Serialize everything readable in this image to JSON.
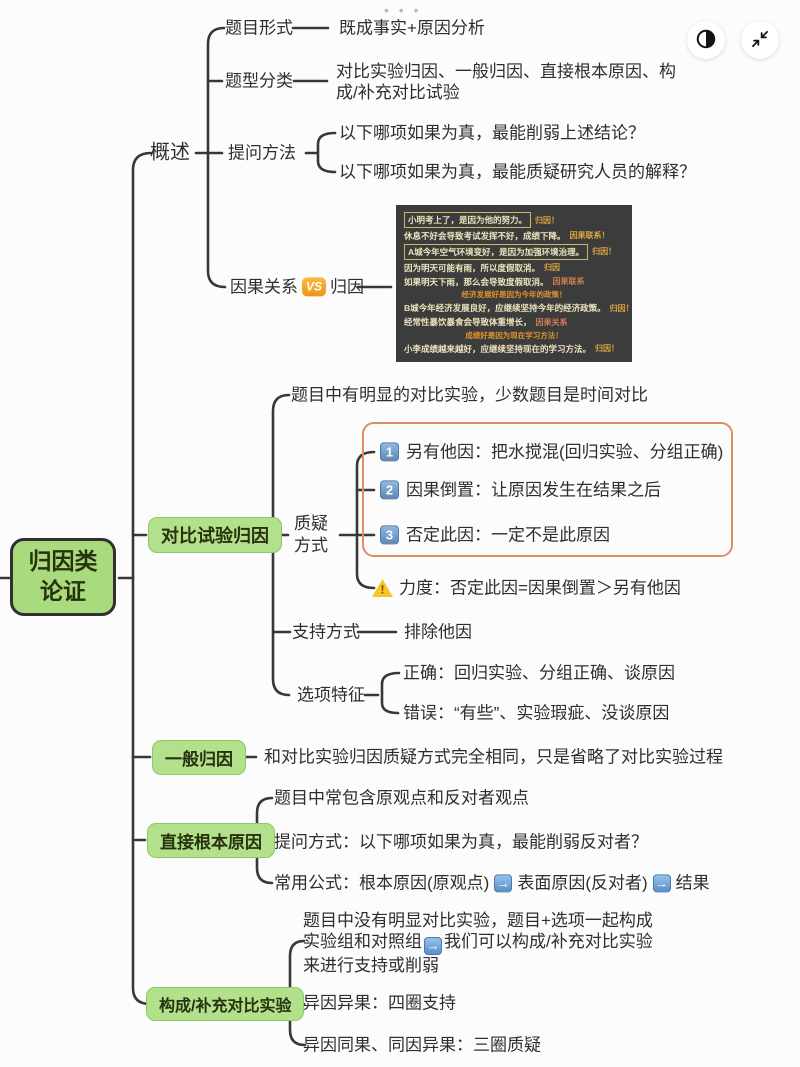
{
  "toolbar": {
    "more_dots": "• • •",
    "contrast_icon": "half-circle",
    "collapse_icon": "collapse-arrows"
  },
  "root": {
    "label": "归因类论证"
  },
  "overview": {
    "label": "概述",
    "form": {
      "label": "题目形式",
      "value": "既成事实+原因分析"
    },
    "types": {
      "label": "题型分类",
      "value": "对比实验归因、一般归因、直接根本原因、构成/补充对比试验"
    },
    "questions": {
      "label": "提问方法",
      "q1": "以下哪项如果为真，最能削弱上述结论？",
      "q2": "以下哪项如果为真，最能质疑研究人员的解释？"
    },
    "causal": {
      "label_left": "因果关系",
      "vs": "VS",
      "label_right": "归因"
    }
  },
  "causal_image": {
    "lines": [
      {
        "text": "小明考上了，是因为他的努力。",
        "tag": "归因！"
      },
      {
        "text": "休息不好会导致考试发挥不好，成绩下降。",
        "tag": "因果联系！"
      },
      {
        "text": "A城今年空气环境变好，是因为加强环境治理。",
        "tag": "归因！"
      },
      {
        "text": "因为明天可能有雨，所以度假取消。",
        "tag": "归因"
      },
      {
        "text": "如果明天下雨，那么会导致度假取消。",
        "tag": "因果联系"
      },
      {
        "sub": "经济发展好是因为今年的政策！"
      },
      {
        "text": "B城今年经济发展良好，应继续坚持今年的经济政策。",
        "tag": "归因！"
      },
      {
        "text": "经常性暴饮暴食会导致体重增长，",
        "tag": "因果关系"
      },
      {
        "sub": "成绩好是因为现在学习方法！"
      },
      {
        "text": "小李成绩越来越好，应继续坚持现在的学习方法。",
        "tag": "归因！"
      }
    ]
  },
  "contrast_branch": {
    "label": "对比试验归因",
    "intro": "题目中有明显的对比实验，少数题目是时间对比",
    "challenge": {
      "label": "质疑方式",
      "item1": {
        "num": "1",
        "text": "另有他因：把水搅混(回归实验、分组正确)"
      },
      "item2": {
        "num": "2",
        "text": "因果倒置：让原因发生在结果之后"
      },
      "item3": {
        "num": "3",
        "text": "否定此因：一定不是此原因"
      },
      "strength": "力度：否定此因=因果倒置＞另有他因"
    },
    "support": {
      "label": "支持方式",
      "value": "排除他因"
    },
    "options": {
      "label": "选项特征",
      "correct": "正确：回归实验、分组正确、谈原因",
      "wrong": "错误：“有些”、实验瑕疵、没谈原因"
    }
  },
  "general_branch": {
    "label": "一般归因",
    "value": "和对比实验归因质疑方式完全相同，只是省略了对比实验过程"
  },
  "direct_branch": {
    "label": "直接根本原因",
    "feature": "题目中常包含原观点和反对者观点",
    "question": "提问方式：以下哪项如果为真，最能削弱反对者？",
    "formula": {
      "part1": "常用公式：根本原因(原观点)",
      "arrow1": "→",
      "part2": "表面原因(反对者)",
      "arrow2": "→",
      "part3": "结果"
    }
  },
  "compose_branch": {
    "label": "构成/补充对比实验",
    "intro_before": "题目中没有明显对比实验，题目+选项一起构成实验组和对照组",
    "intro_arrow": "→",
    "intro_after": "我们可以构成/补充对比实验来进行支持或削弱",
    "item1": "异因异果：四圈支持",
    "item2": "异因同果、同因异果：三圈质疑"
  },
  "colors": {
    "node_green": "#b3e08b",
    "root_border": "#303030",
    "line": "#383838",
    "box_orange": "#dd8e66",
    "badge_blue": "#6f9cc8",
    "badge_orange": "#f4a229",
    "image_bg": "#3c3c3c",
    "image_text": "#ece3bd",
    "image_tag": "#d9a441"
  }
}
